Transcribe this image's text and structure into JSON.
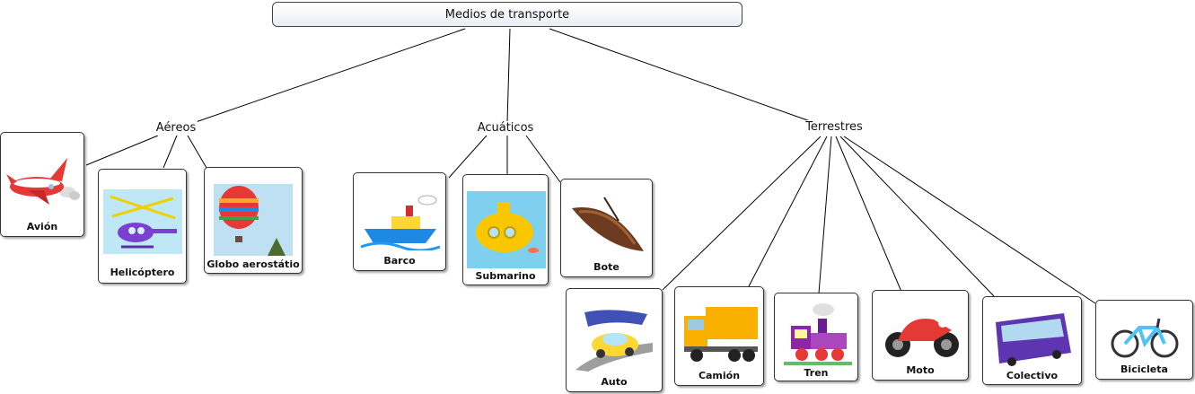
{
  "root": {
    "label": "Medios de transporte"
  },
  "categories": [
    {
      "label": "Aéreos"
    },
    {
      "label": "Acuáticos"
    },
    {
      "label": "Terrestres"
    }
  ],
  "items": {
    "avion": "Avión",
    "helicoptero": "Helicóptero",
    "globo": "Globo aerostátio",
    "barco": "Barco",
    "submarino": "Submarino",
    "bote": "Bote",
    "auto": "Auto",
    "camion": "Camión",
    "tren": "Tren",
    "moto": "Moto",
    "colectivo": "Colectivo",
    "bicicleta": "Bicicleta"
  }
}
